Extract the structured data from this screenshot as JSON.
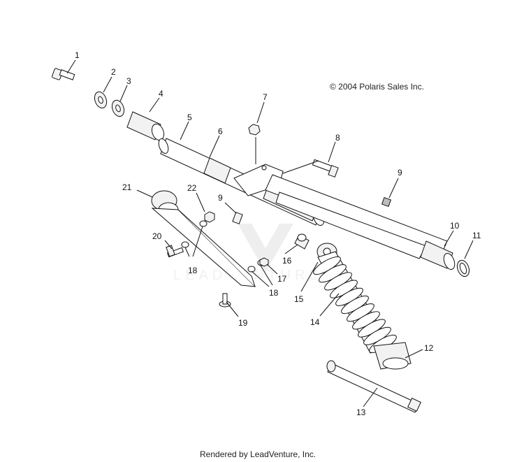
{
  "diagram": {
    "copyright": "© 2004 Polaris Sales Inc.",
    "footer": "Rendered by LeadVenture, Inc.",
    "watermark": "LEADVENTURE",
    "callouts": [
      "1",
      "2",
      "3",
      "4",
      "5",
      "6",
      "7",
      "8",
      "9",
      "9",
      "10",
      "11",
      "12",
      "13",
      "14",
      "15",
      "16",
      "17",
      "18",
      "18",
      "19",
      "20",
      "21",
      "22"
    ]
  }
}
